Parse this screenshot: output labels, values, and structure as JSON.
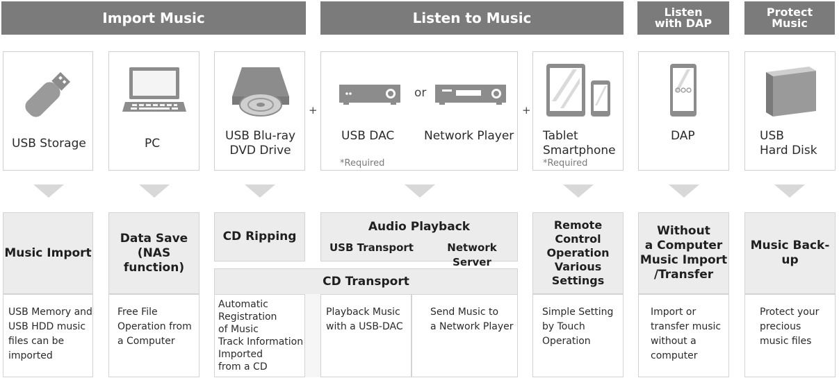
{
  "headers": {
    "import": "Import Music",
    "listen": "Listen to Music",
    "dap": "Listen\nwith DAP",
    "protect": "Protect\nMusic"
  },
  "devices": {
    "usb_storage": "USB Storage",
    "pc": "PC",
    "bluray": "USB Blu-ray\nDVD Drive",
    "usb_dac": "USB DAC",
    "or": "or",
    "network_player": "Network Player",
    "required_1": "*Required",
    "tablet": "Tablet\nSmartphone",
    "required_2": "*Required",
    "dap": "DAP",
    "hdd": "USB\nHard Disk",
    "plus": "+"
  },
  "icons": {
    "usb_storage": "usb-stick-icon",
    "pc": "laptop-icon",
    "bluray": "disc-drive-icon",
    "usb_dac": "usb-dac-icon",
    "network_player": "network-player-icon",
    "tablet": "tablet-smartphone-icon",
    "dap": "dap-player-icon",
    "hdd": "hard-disk-icon"
  },
  "functions": {
    "music_import": "Music Import",
    "data_save": "Data Save\n(NAS function)",
    "cd_ripping": "CD Ripping",
    "audio_playback": "Audio Playback",
    "usb_transport": "USB Transport",
    "network_server": "Network Server",
    "cd_transport": "CD Transport",
    "remote_control": "Remote Control\nOperation\nVarious Settings",
    "without_computer": "Without\na Computer\nMusic Import\n/Transfer",
    "backup": "Music Back-up"
  },
  "descriptions": {
    "music_import": "USB Memory and\nUSB HDD music\nfiles can be\nimported",
    "data_save": "Free File\nOperation from\na Computer",
    "cd_ripping": "Automatic\nRegistration\nof Music\nTrack Information\nImported\nfrom a CD",
    "usb_transport": "Playback Music\nwith a USB-DAC",
    "network_server": "Send Music to\na Network Player",
    "remote_control": "Simple Setting\nby Touch\nOperation",
    "without_computer": "Import or\ntransfer music\nwithout a\ncomputer",
    "backup": "Protect your\nprecious\nmusic files"
  }
}
